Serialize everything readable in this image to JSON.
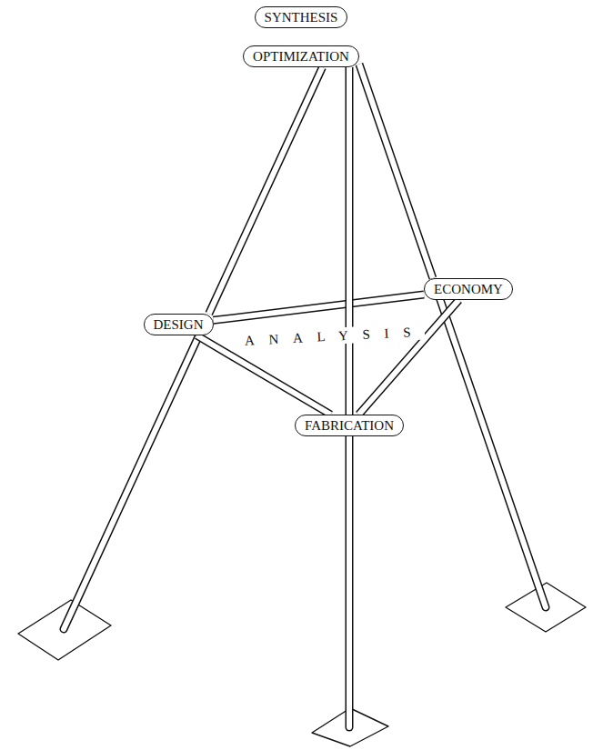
{
  "diagram": {
    "nodes": [
      {
        "text": [
          "SYNTHESIS"
        ]
      },
      {
        "text": [
          "OPTIMIZATION"
        ]
      },
      {
        "text": [
          "DESIGN"
        ]
      },
      {
        "text": [
          "ECONOMY"
        ]
      },
      {
        "text": [
          "FABRICATION"
        ]
      }
    ],
    "edges": [
      {
        "from": 1,
        "to": 2,
        "arrow": "none"
      },
      {
        "from": 1,
        "to": 3,
        "arrow": "none"
      },
      {
        "from": 1,
        "to": 4,
        "arrow": "none"
      },
      {
        "from": 2,
        "to": 3,
        "arrow": "none"
      },
      {
        "from": 2,
        "to": 4,
        "arrow": "none"
      },
      {
        "from": 3,
        "to": 4,
        "arrow": "none"
      }
    ],
    "labels": [
      "ANALYSIS"
    ]
  }
}
